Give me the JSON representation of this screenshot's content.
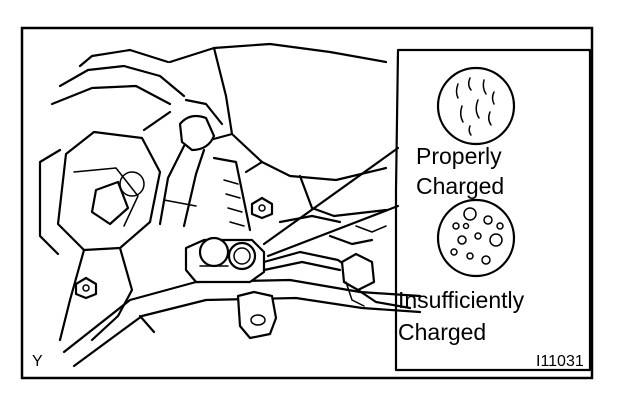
{
  "labels": {
    "properly_charged_line1": "Properly",
    "properly_charged_line2": "Charged",
    "insufficiently_charged_line1": "Insufficiently",
    "insufficiently_charged_line2": "Charged",
    "corner_letter": "Y",
    "figure_code": "I11031"
  },
  "icons": {
    "properly": "indicator-clear-icon",
    "insufficient": "indicator-bubbles-icon"
  },
  "colors": {
    "ink": "#000000",
    "paper": "#ffffff"
  }
}
